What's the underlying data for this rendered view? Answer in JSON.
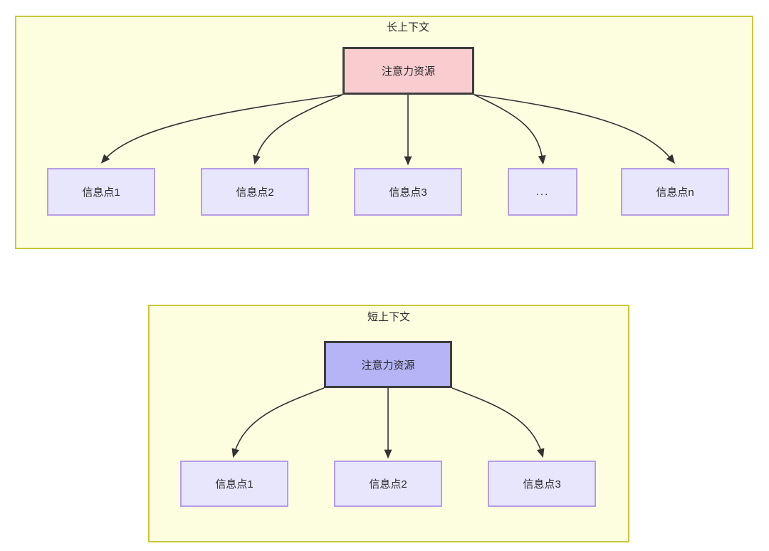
{
  "diagram": {
    "type": "flowchart",
    "groups": [
      {
        "id": "long-context",
        "title": "长上下文",
        "root": {
          "label": "注意力资源",
          "fill": "#f9ccd0",
          "stroke": "#3d3d3d"
        },
        "children": [
          {
            "label": "信息点1"
          },
          {
            "label": "信息点2"
          },
          {
            "label": "信息点3"
          },
          {
            "label": "..."
          },
          {
            "label": "信息点n"
          }
        ],
        "fill": "#fdfde0",
        "stroke": "#c8c838"
      },
      {
        "id": "short-context",
        "title": "短上下文",
        "root": {
          "label": "注意力资源",
          "fill": "#b4b4f7",
          "stroke": "#3d3d3d"
        },
        "children": [
          {
            "label": "信息点1"
          },
          {
            "label": "信息点2"
          },
          {
            "label": "信息点3"
          }
        ],
        "fill": "#fdfde0",
        "stroke": "#c8c838"
      }
    ],
    "node_style": {
      "info_fill": "#e8e6fd",
      "info_stroke": "#b59ee6",
      "edge_color": "#333333"
    }
  }
}
